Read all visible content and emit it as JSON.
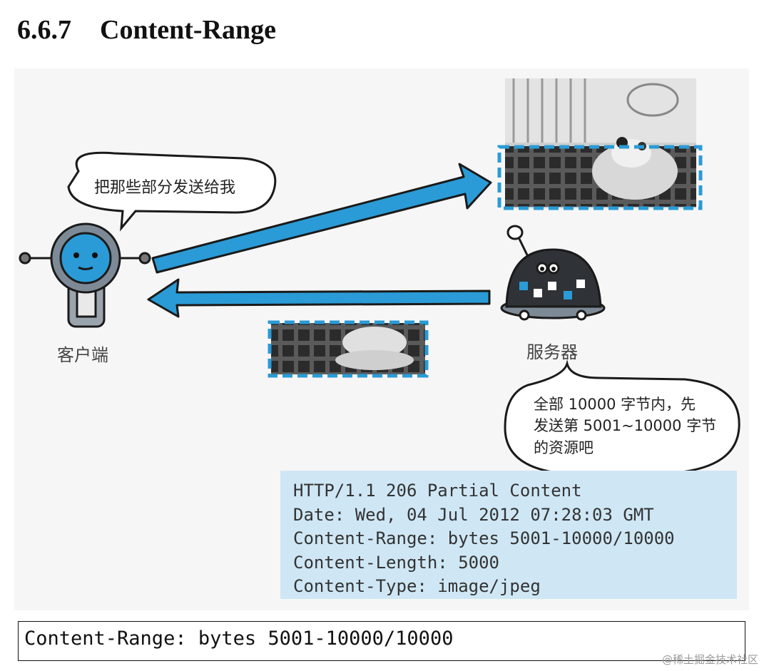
{
  "section": {
    "number": "6.6.7",
    "title": "Content-Range"
  },
  "figure": {
    "client_label": "客户端",
    "server_label": "服务器",
    "client_bubble": "把那些部分发送给我",
    "server_bubble_lines": [
      "全部 10000 字节内，先",
      "发送第 5001~10000 字节",
      "的资源吧"
    ],
    "accent_color": "#2a9bd6"
  },
  "http_response": [
    "HTTP/1.1 206 Partial Content",
    "Date: Wed, 04 Jul 2012 07:28:03 GMT",
    "Content-Range: bytes 5001-10000/10000",
    "Content-Length: 5000",
    "Content-Type: image/jpeg"
  ],
  "code_example": "Content-Range: bytes 5001-10000/10000",
  "watermark": "@稀土掘金技术社区"
}
